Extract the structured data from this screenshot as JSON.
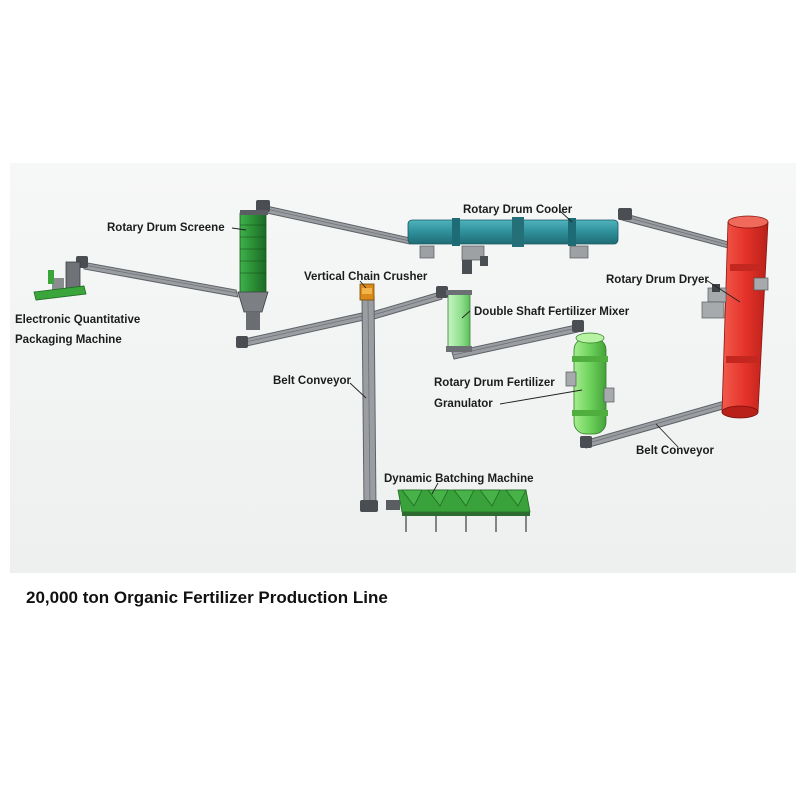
{
  "labels": {
    "rotary_drum_screene": "Rotary Drum Screene",
    "rotary_drum_cooler": "Rotary Drum Cooler",
    "electronic_packaging_line1": "Electronic Quantitative",
    "electronic_packaging_line2": "Packaging Machine",
    "vertical_chain_crusher": "Vertical Chain Crusher",
    "rotary_drum_dryer": "Rotary Drum Dryer",
    "double_shaft_mixer": "Double Shaft Fertilizer Mixer",
    "belt_conveyor_left": "Belt Conveyor",
    "granulator_line1": "Rotary Drum Fertilizer",
    "granulator_line2": "Granulator",
    "belt_conveyor_right": "Belt Conveyor",
    "dynamic_batching_machine": "Dynamic Batching Machine"
  },
  "caption": "20,000 ton Organic Fertilizer Production Line",
  "colors": {
    "background_panel": "#f4f5f5",
    "conveyor": "#8c8f93",
    "screen_green": "#2e9b3a",
    "cooler_teal": "#2f8f9a",
    "dryer_red": "#e5332a",
    "mixer_green": "#9be89a",
    "granulator_green": "#7ddc6b",
    "batching_green": "#3aa23a"
  }
}
